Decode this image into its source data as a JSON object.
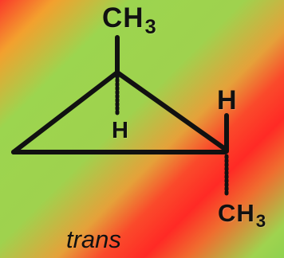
{
  "diagram": {
    "labels": {
      "top_methyl_main": "CH",
      "top_methyl_sub": "3",
      "left_hydrogen": "H",
      "right_hydrogen": "H",
      "bottom_methyl_main": "CH",
      "bottom_methyl_sub": "3",
      "caption": "trans"
    }
  }
}
